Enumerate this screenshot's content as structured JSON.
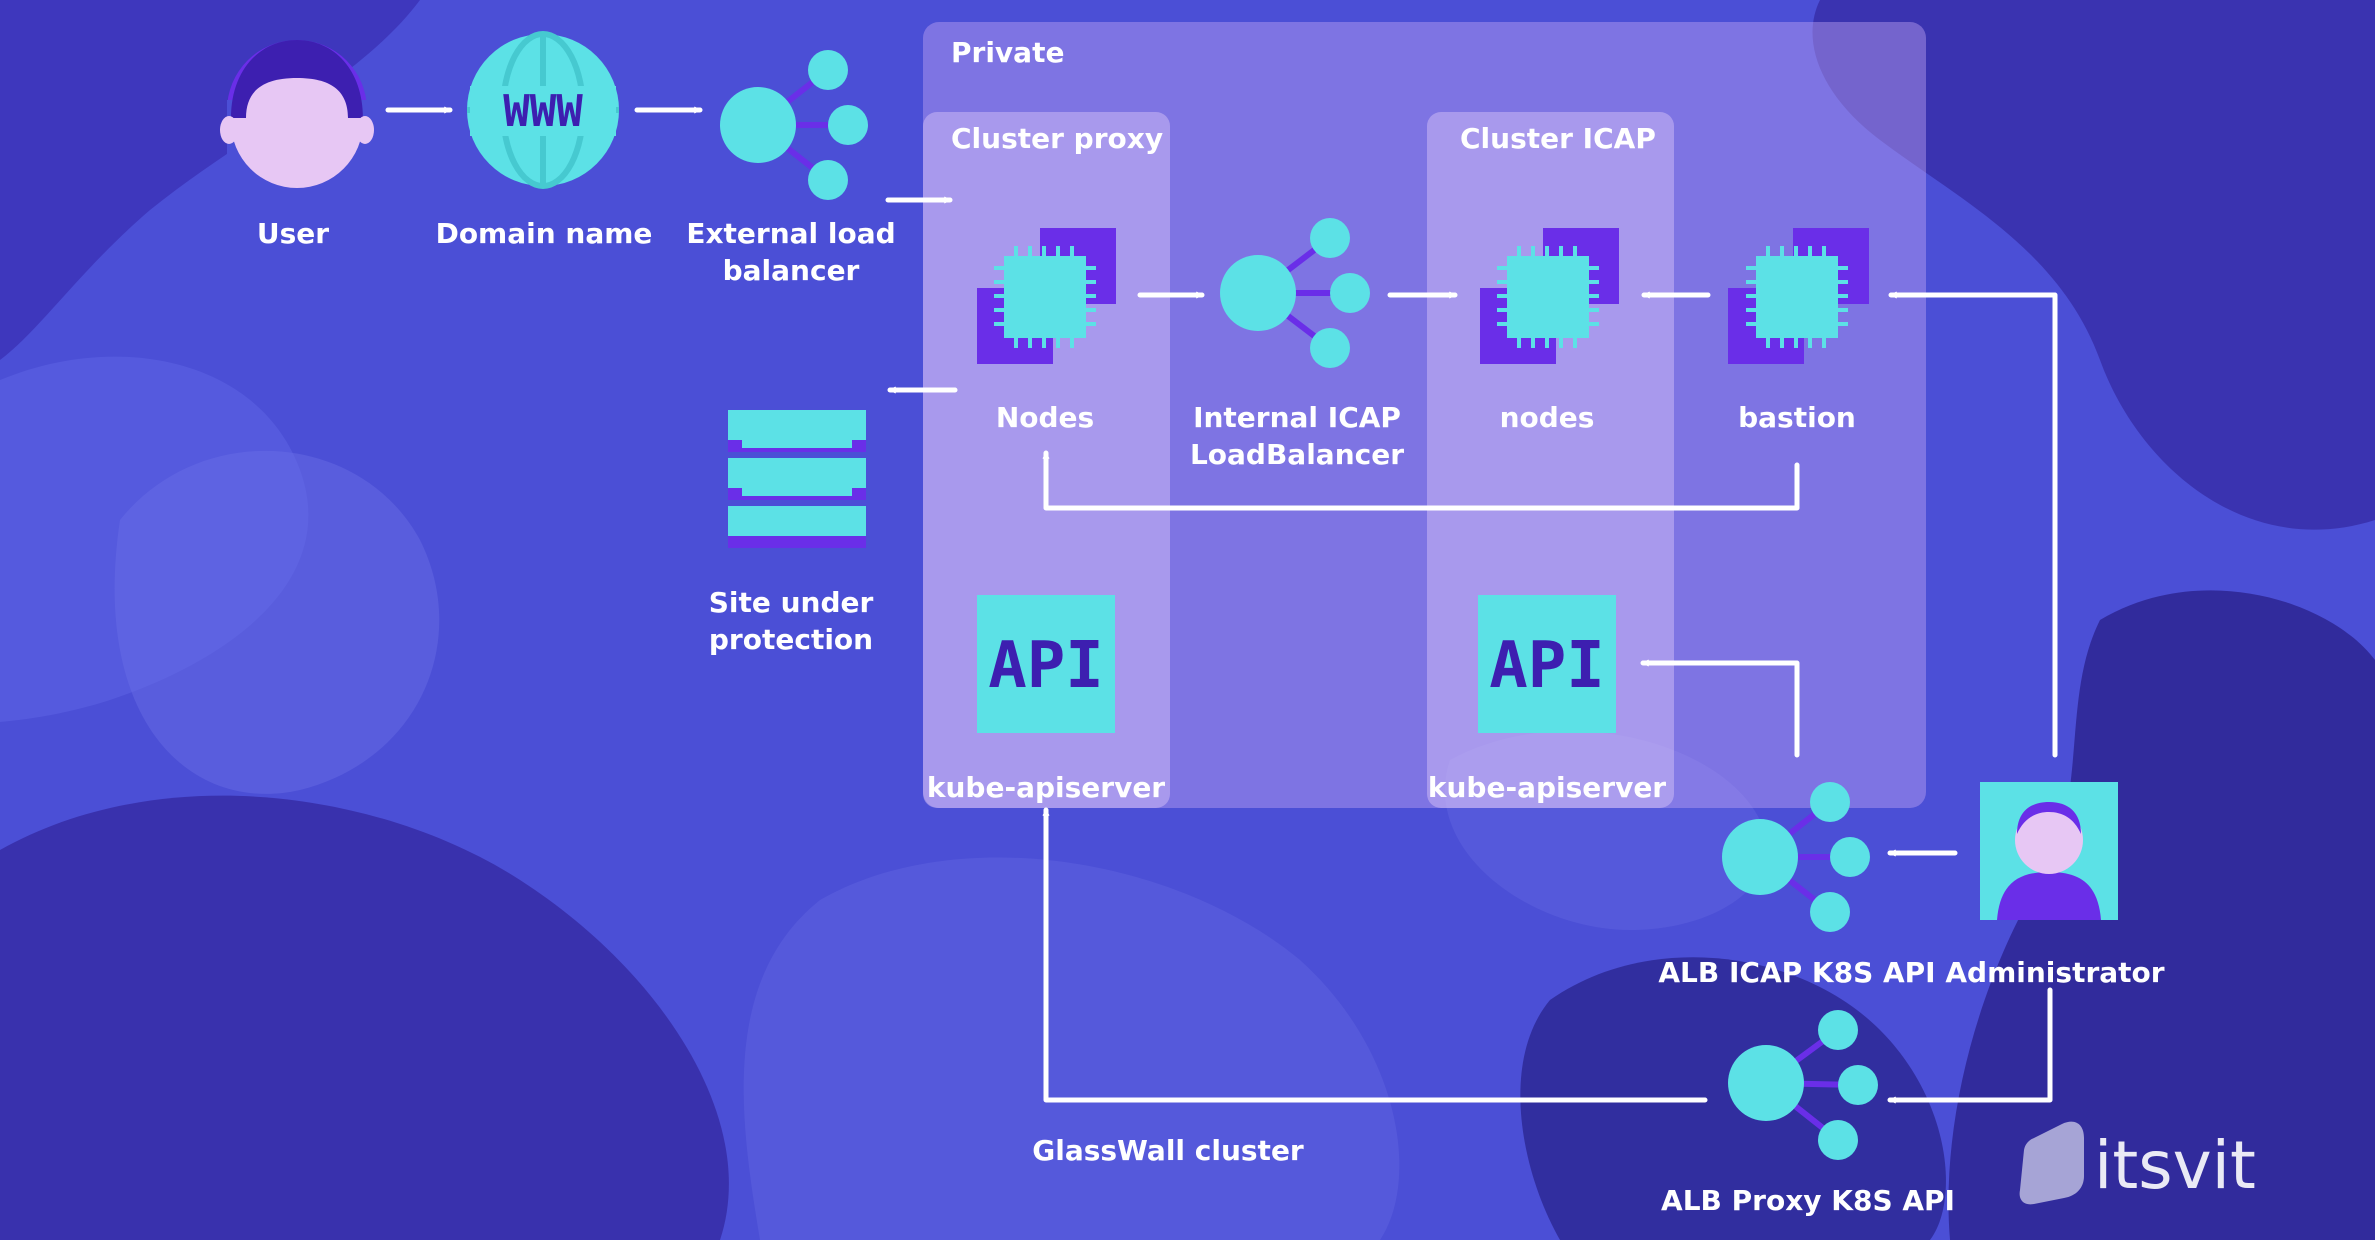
{
  "zones": {
    "private": "Private",
    "cluster_proxy": "Cluster proxy",
    "cluster_icap": "Cluster ICAP"
  },
  "nodes": {
    "user": "User",
    "domain": "Domain name",
    "domain_icon_text": "WWW",
    "ext_lb_1": "External load",
    "ext_lb_2": "balancer",
    "site_1": "Site under",
    "site_2": "protection",
    "proxy_nodes": "Nodes",
    "icap_lb_1": "Internal ICAP",
    "icap_lb_2": "LoadBalancer",
    "icap_nodes": "nodes",
    "bastion": "bastion",
    "api_icon_text": "API",
    "proxy_api": "kube-apiserver",
    "icap_api": "kube-apiserver",
    "alb_icap": "ALB ICAP K8S API",
    "admin": "Administrator",
    "alb_proxy": "ALB Proxy K8S API",
    "glasswall": "GlassWall cluster"
  },
  "brand": {
    "logo": "itsvit"
  },
  "colors": {
    "background": "#4b4fd6",
    "cyan": "#5ce1e6",
    "purple": "#6a2ee8",
    "lilac": "#e7c7f4",
    "white": "#ffffff"
  }
}
